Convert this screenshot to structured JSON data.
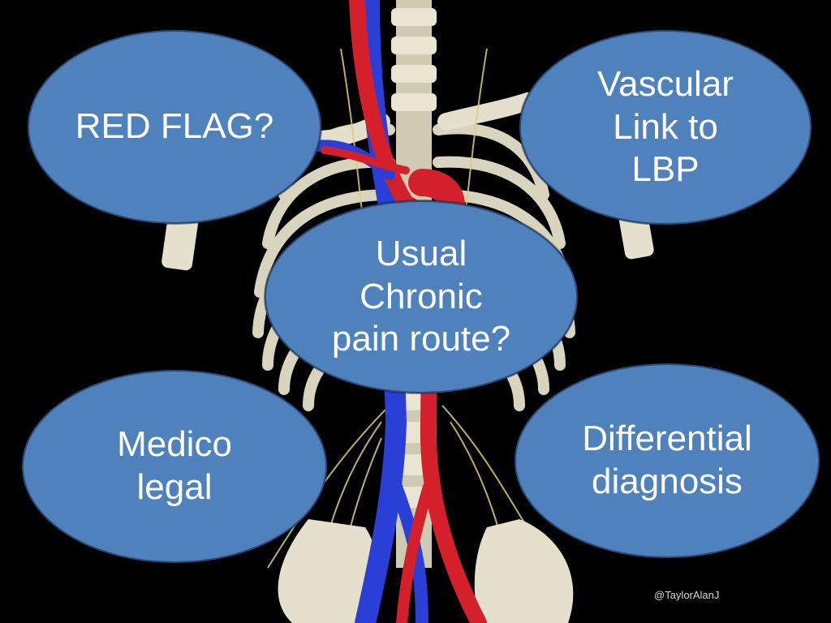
{
  "slide": {
    "bubbles": [
      {
        "text": "RED FLAG?"
      },
      {
        "text": "Vascular\nLink to\nLBP"
      },
      {
        "text": "Usual\nChronic\npain route?"
      },
      {
        "text": "Medico\nlegal"
      },
      {
        "text": "Differential\ndiagnosis"
      }
    ],
    "credit": "@TaylorAlanJ"
  },
  "colors": {
    "background": "#000000",
    "bubble_fill": "#4f81bd",
    "bubble_border": "#2a4a78",
    "artery": "#d4202a",
    "vein": "#2a3fd6",
    "bone": "#e4e0cc"
  },
  "image": {
    "subject": "anatomical 3D render of torso skeleton with aorta and vena cava"
  }
}
